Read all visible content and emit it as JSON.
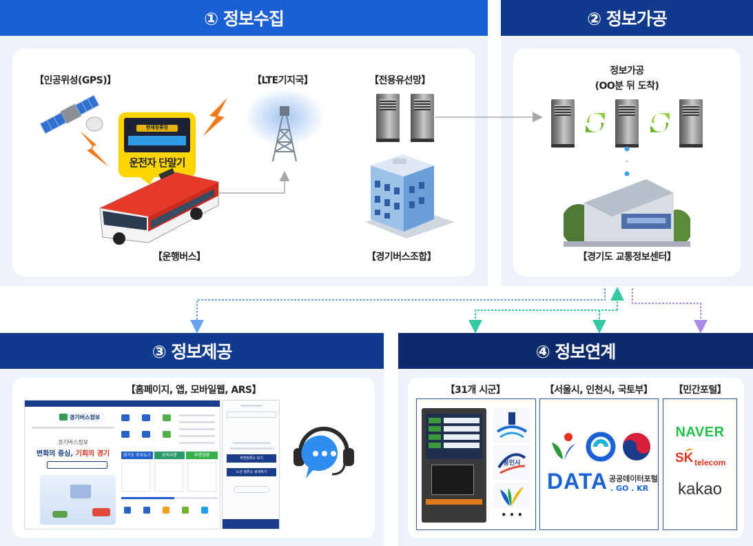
{
  "sections": {
    "s1": "① 정보수집",
    "s2": "② 정보가공",
    "s3": "③ 정보제공",
    "s4": "④ 정보연계"
  },
  "collect": {
    "gps": "【인공위성(GPS)】",
    "lte": "【LTE기지국】",
    "network": "【전용유선망】",
    "terminal": "운전자 단말기",
    "terminal_screen": "현재정류장",
    "bus": "【운행버스】",
    "union": "【경기버스조합】"
  },
  "process": {
    "title_line1": "정보가공",
    "title_line2": "(OO분 뒤 도착)",
    "center": "【경기도 교통정보센터】"
  },
  "provide": {
    "label": "【홈페이지, 앱, 모바일웹, ARS】",
    "site_logo": "경기버스정보",
    "site_sub": "경기버스정보",
    "slogan_a": "변화의 중심, ",
    "slogan_b": "기회의 경기",
    "tab1": "경기도 주요뉴스",
    "tab2": "공지사항",
    "tab3": "투명경영",
    "mobile_btn1": "주변정류소 보기",
    "mobile_btn2": "노선 정류소 검색하기"
  },
  "link": {
    "cities": "【31개 시군】",
    "metro": "【서울시, 인천시, 국토부】",
    "portals": "【민간포털】",
    "data_logo": "DATA",
    "data_name": "공공데이터포털",
    "data_domain": ". GO . KR",
    "yongin": "용인시",
    "naver": "NAVER",
    "sk": "SK",
    "sk_sub": "telecom",
    "kakao": "kakao",
    "more": "• • •"
  },
  "colors": {
    "blue_header": "#1b5fd6",
    "navy_header": "#0f3a8e",
    "dark_navy_header": "#0c2a6b",
    "panel_bg": "#eef3fb"
  }
}
